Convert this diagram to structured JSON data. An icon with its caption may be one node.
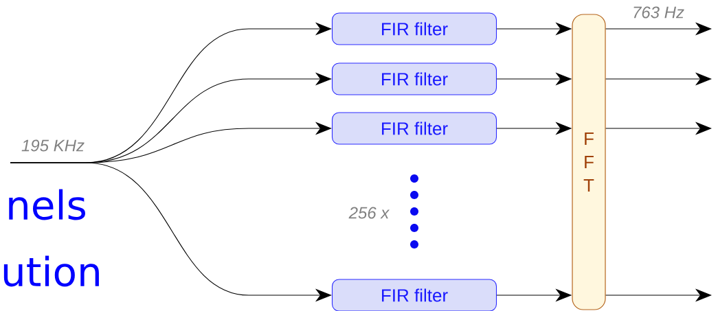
{
  "diagram": {
    "nodes": [
      {
        "text": [
          "FIR filter"
        ]
      },
      {
        "text": [
          "FIR filter"
        ]
      },
      {
        "text": [
          "FIR filter"
        ]
      },
      {
        "text": [
          "FIR filter"
        ]
      },
      {
        "text": [
          "F F T"
        ]
      }
    ],
    "edges": [
      {
        "from": null,
        "to": 0,
        "arrow": "to"
      },
      {
        "from": null,
        "to": 1,
        "arrow": "to"
      },
      {
        "from": null,
        "to": 2,
        "arrow": "to"
      },
      {
        "from": null,
        "to": 3,
        "arrow": "to"
      },
      {
        "from": 0,
        "to": 4,
        "arrow": "to"
      },
      {
        "from": 1,
        "to": 4,
        "arrow": "to"
      },
      {
        "from": 2,
        "to": 4,
        "arrow": "to"
      },
      {
        "from": 3,
        "to": 4,
        "arrow": "to"
      },
      {
        "from": 4,
        "to": null,
        "arrow": "to",
        "label": "763 Hz"
      },
      {
        "from": 4,
        "to": null,
        "arrow": "to"
      },
      {
        "from": 4,
        "to": null,
        "arrow": "to"
      },
      {
        "from": 4,
        "to": null,
        "arrow": "to"
      }
    ],
    "labels": [
      "195 KHz",
      "nels",
      "256 x",
      "ution"
    ]
  }
}
